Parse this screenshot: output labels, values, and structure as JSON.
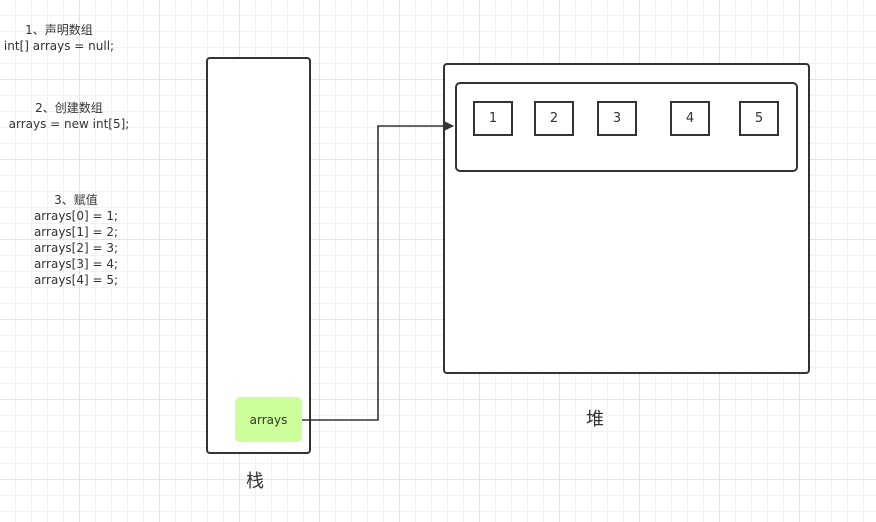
{
  "notes": {
    "declare": {
      "title": "1、声明数组",
      "code": "int[] arrays = null;"
    },
    "create": {
      "title": "2、创建数组",
      "code": "arrays = new int[5];"
    },
    "assign": {
      "title": "3、赋值",
      "lines": [
        "arrays[0] = 1;",
        "arrays[1] = 2;",
        "arrays[2] = 3;",
        "arrays[3] = 4;",
        "arrays[4] = 5;"
      ]
    }
  },
  "stack": {
    "label": "栈",
    "reference_label": "arrays",
    "reference_color": "#ccff99"
  },
  "heap": {
    "label": "堆",
    "array_values": [
      "1",
      "2",
      "3",
      "4",
      "5"
    ]
  },
  "colors": {
    "stroke": "#333333",
    "grid": "#e3e3e3"
  }
}
